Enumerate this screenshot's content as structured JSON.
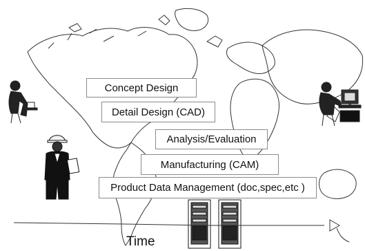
{
  "stages": {
    "concept": "Concept Design",
    "detail": "Detail Design (CAD)",
    "analysis": "Analysis/Evaluation",
    "manufacturing": "Manufacturing (CAM)",
    "pdm": "Product Data Management (doc,spec,etc )"
  },
  "time_label": "Time",
  "icons": {
    "map": "world-map-icon",
    "person_left": "seated-person-icon",
    "person_right": "computer-user-icon",
    "engineer": "engineer-with-clipboard-icon",
    "servers": "server-rack-icon",
    "arrow": "time-arrow-icon"
  }
}
